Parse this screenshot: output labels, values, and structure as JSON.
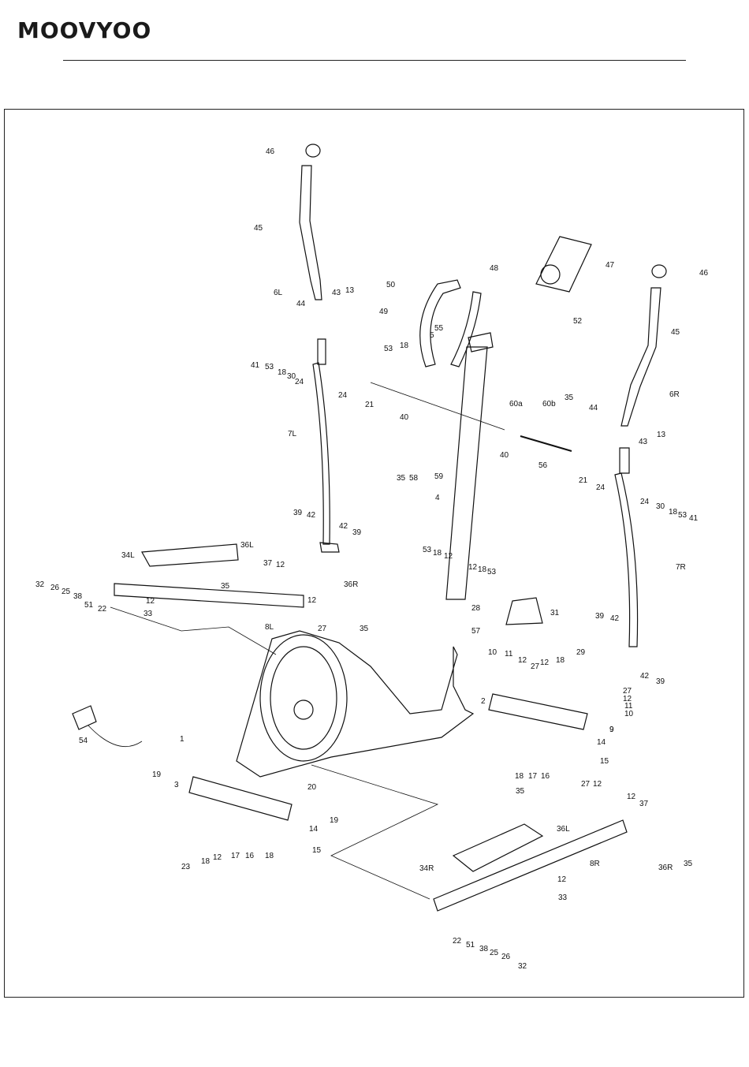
{
  "brand": {
    "name": "MOOVYOO"
  },
  "diagram": {
    "labels": [
      "46",
      "45",
      "6L",
      "44",
      "43",
      "13",
      "41",
      "53",
      "18",
      "30",
      "24",
      "24",
      "21",
      "40",
      "7L",
      "50",
      "48",
      "49",
      "47",
      "52",
      "53",
      "18",
      "5",
      "55",
      "60a",
      "60b",
      "35",
      "46",
      "45",
      "6R",
      "44",
      "43",
      "13",
      "40",
      "56",
      "21",
      "24",
      "24",
      "30",
      "18",
      "53",
      "41",
      "59",
      "35",
      "58",
      "4",
      "39",
      "42",
      "42",
      "39",
      "34L",
      "36L",
      "37",
      "12",
      "35",
      "32",
      "26",
      "25",
      "38",
      "51",
      "22",
      "12",
      "33",
      "8L",
      "12",
      "27",
      "36R",
      "35",
      "53",
      "18",
      "12",
      "12",
      "18",
      "53",
      "28",
      "31",
      "7R",
      "39",
      "42",
      "42",
      "39",
      "57",
      "10",
      "11",
      "12",
      "27",
      "12",
      "18",
      "29",
      "27",
      "12",
      "11",
      "10",
      "9",
      "2",
      "9",
      "14",
      "15",
      "18",
      "17",
      "16",
      "54",
      "1",
      "19",
      "3",
      "20",
      "19",
      "14",
      "15",
      "23",
      "18",
      "12",
      "17",
      "16",
      "18",
      "35",
      "27",
      "12",
      "12",
      "37",
      "36L",
      "36R",
      "35",
      "34R",
      "8R",
      "12",
      "33",
      "22",
      "51",
      "38",
      "25",
      "26",
      "32"
    ]
  }
}
